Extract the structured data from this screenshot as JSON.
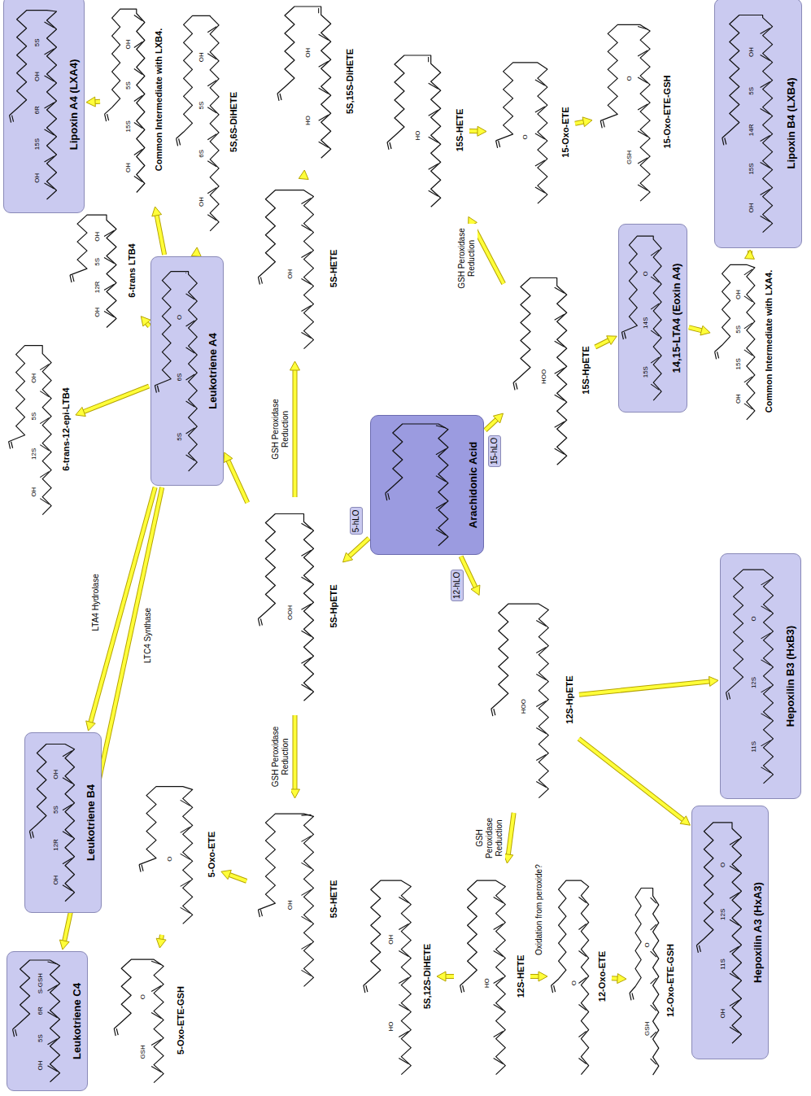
{
  "diagram": {
    "nodes": [
      {
        "text": [
          "Lipoxin A4 (LXA4)"
        ]
      },
      {
        "text": [
          "Common Intermediate with LXB4."
        ]
      },
      {
        "text": [
          "6-trans LTB4"
        ]
      },
      {
        "text": [
          "6-trans-12-epi-LTB4"
        ]
      },
      {
        "text": [
          "Leukotriene A4"
        ]
      },
      {
        "text": [
          "Leukotriene B4"
        ]
      },
      {
        "text": [
          "Leukotriene C4"
        ]
      },
      {
        "text": [
          "5-Oxo-ETE-GSH"
        ]
      },
      {
        "text": [
          "5-Oxo-ETE"
        ]
      },
      {
        "text": [
          "5S-HETE"
        ]
      },
      {
        "text": [
          "5S-HpETE"
        ]
      },
      {
        "text": [
          "5S-HETE"
        ]
      },
      {
        "text": [
          "5S,6S-DiHETE"
        ]
      },
      {
        "text": [
          "5S,15S-DiHETE"
        ]
      },
      {
        "text": [
          "15S-HETE"
        ]
      },
      {
        "text": [
          "15-Oxo-ETE"
        ]
      },
      {
        "text": [
          "15-Oxo-ETE-GSH"
        ]
      },
      {
        "text": [
          "15S-HpETE"
        ]
      },
      {
        "text": [
          "14,15-LTA4 (Eoxin A4)"
        ]
      },
      {
        "text": [
          "Common Intermediate with LXA4."
        ]
      },
      {
        "text": [
          "Lipoxin B4 (LXB4)"
        ]
      },
      {
        "text": [
          "12S-HpETE"
        ]
      },
      {
        "text": [
          "12S-HETE"
        ]
      },
      {
        "text": [
          "5S,12S-DiHETE"
        ]
      },
      {
        "text": [
          "12-Oxo-ETE"
        ]
      },
      {
        "text": [
          "12-Oxo-ETE-GSH"
        ]
      },
      {
        "text": [
          "Hepoxilin A3 (HxA3)"
        ]
      },
      {
        "text": [
          "Hepoxilin B3 (HxB3)"
        ]
      },
      {
        "text": [
          "Arachidonic Acid"
        ]
      }
    ],
    "edges": [
      {
        "from": 28,
        "to": 10,
        "arrow": "to",
        "label": "5-hLO"
      },
      {
        "from": 28,
        "to": 17,
        "arrow": "to",
        "label": "15-hLO"
      },
      {
        "from": 28,
        "to": 21,
        "arrow": "to",
        "label": "12-hLO"
      },
      {
        "from": 10,
        "to": 4,
        "arrow": "to"
      },
      {
        "from": 10,
        "to": 11,
        "arrow": "to",
        "label": "GSH Peroxidase Reduction"
      },
      {
        "from": 10,
        "to": 9,
        "arrow": "to",
        "label": "GSH Peroxidase Reduction"
      },
      {
        "from": 9,
        "to": 8,
        "arrow": "to"
      },
      {
        "from": 8,
        "to": 7,
        "arrow": "to"
      },
      {
        "from": 4,
        "to": 5,
        "arrow": "to",
        "label": "LTA4 Hydrolase"
      },
      {
        "from": 4,
        "to": 6,
        "arrow": "to",
        "label": "LTC4 Synthase"
      },
      {
        "from": 4,
        "to": 3,
        "arrow": "to"
      },
      {
        "from": 4,
        "to": 2,
        "arrow": "to"
      },
      {
        "from": 4,
        "to": 1,
        "arrow": "to"
      },
      {
        "from": 4,
        "to": 12,
        "arrow": "to"
      },
      {
        "from": 1,
        "to": 0,
        "arrow": "to"
      },
      {
        "from": 11,
        "to": 13,
        "arrow": "to"
      },
      {
        "from": 17,
        "to": 14,
        "arrow": "to",
        "label": "GSH Peroxidase Reduction"
      },
      {
        "from": 14,
        "to": 15,
        "arrow": "to"
      },
      {
        "from": 15,
        "to": 16,
        "arrow": "to"
      },
      {
        "from": 17,
        "to": 18,
        "arrow": "to"
      },
      {
        "from": 18,
        "to": 19,
        "arrow": "to"
      },
      {
        "from": 19,
        "to": 20,
        "arrow": "to"
      },
      {
        "from": 21,
        "to": 22,
        "arrow": "to",
        "label": "GSH Peroxidase Reduction"
      },
      {
        "from": 22,
        "to": 23,
        "arrow": "to"
      },
      {
        "from": 22,
        "to": 24,
        "arrow": "to",
        "label": "Oxidation from peroxide?"
      },
      {
        "from": 24,
        "to": 25,
        "arrow": "to"
      },
      {
        "from": 21,
        "to": 26,
        "arrow": "to"
      },
      {
        "from": 21,
        "to": 27,
        "arrow": "to"
      }
    ],
    "labels": [
      "OH",
      "15S",
      "6R",
      "OH",
      "5S",
      "OH",
      "15S",
      "5S",
      "OH",
      "OH",
      "12R",
      "5S",
      "OH",
      "OH",
      "12S",
      "5S",
      "OH",
      "5S",
      "6S",
      "O",
      "OH",
      "12R",
      "5S",
      "OH",
      "OH",
      "5S",
      "6R",
      "S-GSH",
      "GSH",
      "O",
      "O",
      "OH",
      "OOH",
      "OH",
      "OH",
      "6S",
      "5S",
      "OH",
      "HO",
      "OH",
      "HO",
      "O",
      "GSH",
      "O",
      "HOO",
      "15S",
      "14S",
      "O",
      "OH",
      "15S",
      "5S",
      "OH",
      "OH",
      "15S",
      "14R",
      "5S",
      "OH",
      "HOO",
      "HO",
      "HO",
      "OH",
      "O",
      "GSH",
      "O",
      "OH",
      "11S",
      "12S",
      "O",
      "11S",
      "12S",
      "O"
    ]
  }
}
